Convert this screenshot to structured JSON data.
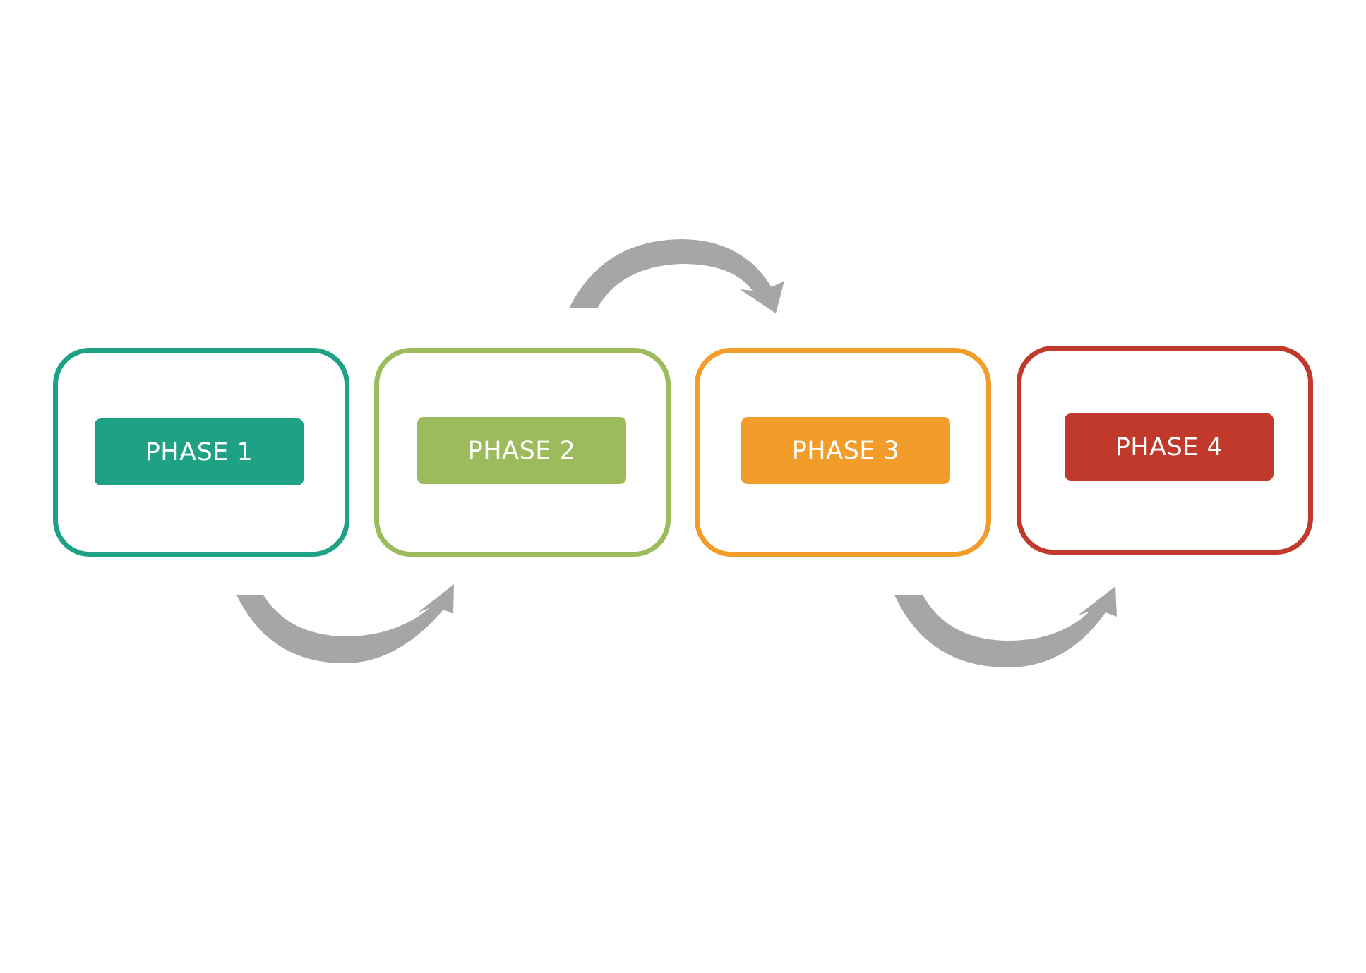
{
  "phases": [
    {
      "label": "PHASE 1",
      "color": "#1fa185"
    },
    {
      "label": "PHASE 2",
      "color": "#9bbb5c"
    },
    {
      "label": "PHASE 3",
      "color": "#f29d2a"
    },
    {
      "label": "PHASE 4",
      "color": "#c0392b"
    }
  ],
  "arrow_color": "#a6a6a6"
}
